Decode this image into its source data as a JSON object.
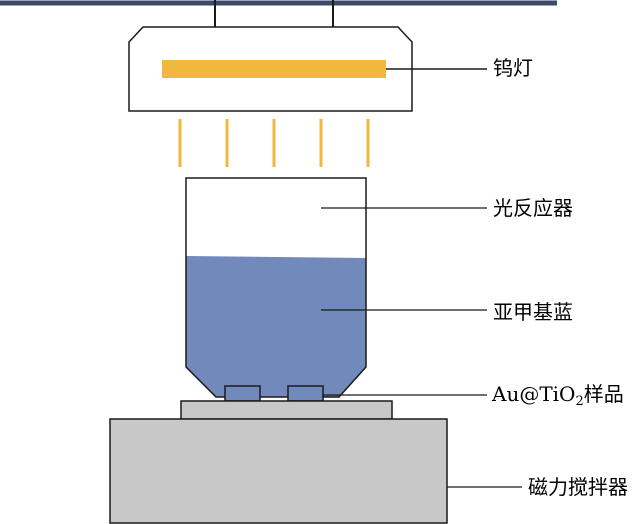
{
  "colors": {
    "outline": "#1a1a1a",
    "lamp_bar": "#f0b83c",
    "light_ray": "#f0b83c",
    "solution": "#7189bb",
    "platform": "#c8c8c8",
    "stirrer": "#c8c8c8",
    "top_line": "#3a4a6a"
  },
  "labels": {
    "lamp": "钨灯",
    "reactor": "光反应器",
    "solution": "亚甲基蓝",
    "sample_prefix": "Au@TiO",
    "sample_subscript": "2",
    "sample_suffix": "样品",
    "stirrer": "磁力搅拌器"
  },
  "icons": {
    "lamp": "tungsten-lamp-icon",
    "reactor": "photo-reactor-vessel-icon",
    "stirrer": "magnetic-stirrer-icon"
  }
}
